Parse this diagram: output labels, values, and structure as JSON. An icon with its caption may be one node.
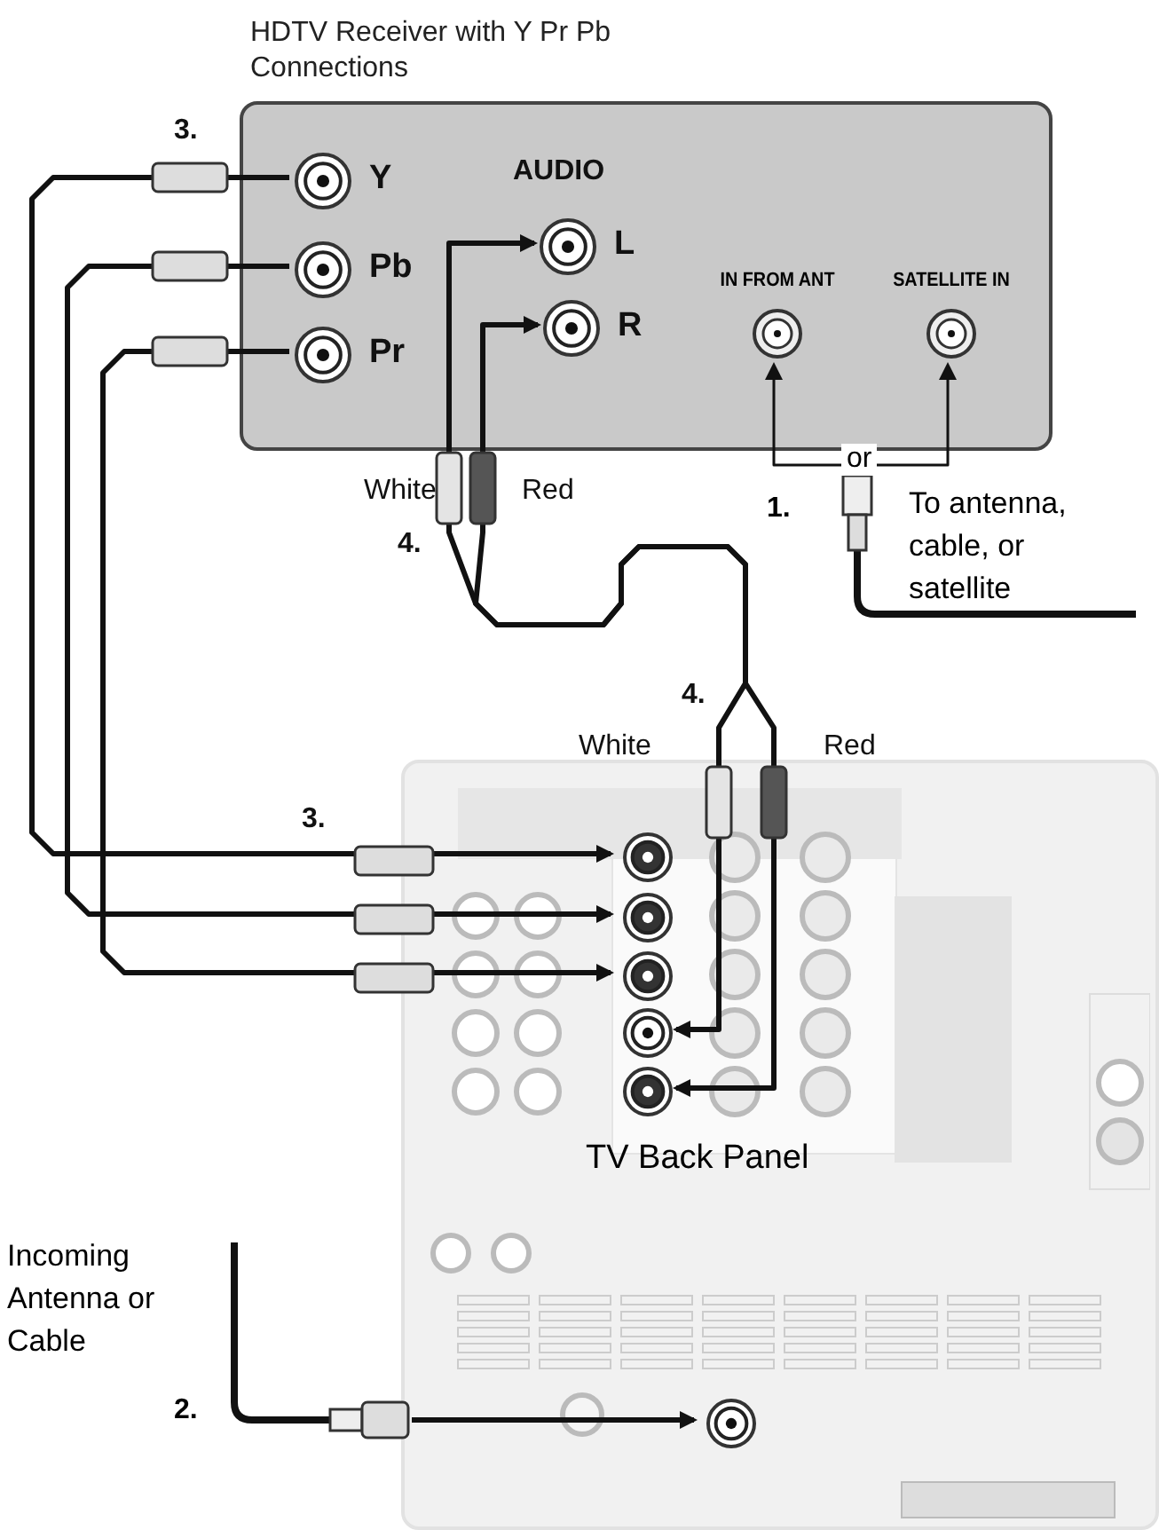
{
  "diagram": {
    "nodes": [
      {
        "text": [
          "HDTV Receiver with Y Pr Pb Connections"
        ]
      },
      {
        "text": [
          "Y"
        ],
        "in": 0
      },
      {
        "text": [
          "Pb"
        ],
        "in": 0
      },
      {
        "text": [
          "Pr"
        ],
        "in": 0
      },
      {
        "text": [
          "L"
        ],
        "in": 0
      },
      {
        "text": [
          "R"
        ],
        "in": 0
      },
      {
        "text": [
          "IN FROM ANT"
        ],
        "in": 0
      },
      {
        "text": [
          "SATELLITE IN"
        ],
        "in": 0
      },
      {
        "text": [
          "To antenna, cable, or satellite"
        ],
        "beside": [
          "1."
        ]
      },
      {
        "text": [
          "TV Back Panel"
        ]
      },
      {
        "text": [],
        "shape": "circle",
        "in": 9
      },
      {
        "text": [],
        "shape": "circle",
        "in": 9
      },
      {
        "text": [],
        "shape": "circle",
        "in": 9
      },
      {
        "text": [],
        "shape": "circle",
        "in": 9
      },
      {
        "text": [],
        "shape": "circle",
        "in": 9
      },
      {
        "text": [],
        "shape": "circle",
        "in": 9
      },
      {
        "text": [
          "Incoming Antenna or Cable"
        ],
        "beside": [
          "2."
        ]
      }
    ],
    "edges": [
      {
        "from": 1,
        "to": 10,
        "arrow": "to"
      },
      {
        "from": 2,
        "to": 11,
        "arrow": "to"
      },
      {
        "from": 3,
        "to": 12,
        "arrow": "to"
      },
      {
        "from": 4,
        "to": 13,
        "arrow": "both"
      },
      {
        "from": 5,
        "to": 14,
        "arrow": "both"
      },
      {
        "from": 8,
        "to": 6,
        "arrow": "to",
        "label": "or"
      },
      {
        "from": 8,
        "to": 7,
        "arrow": "to"
      },
      {
        "from": 16,
        "to": 15,
        "arrow": "to"
      }
    ],
    "labels": [
      "3.",
      "AUDIO",
      "White",
      "Red",
      "4.",
      "4.",
      "White",
      "Red",
      "3."
    ]
  }
}
